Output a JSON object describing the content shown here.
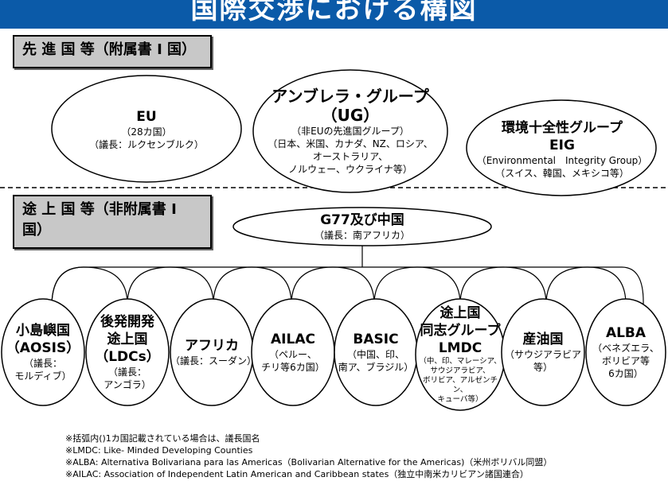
{
  "title": "国際交渉における構図",
  "annex1_label": "先 進 国 等（附属書 I 国）",
  "nonannex_label_line1": "途 上 国 等（非附属書 I",
  "nonannex_label_line2": "国）",
  "eu": {
    "name": "EU",
    "line1": "（28カ国）",
    "line2": "（議長：ルクセンブルク）"
  },
  "ug": {
    "name_line1": "アンブレラ・グループ",
    "name_line2": "（UG）",
    "line1": "（非EUの先進国グループ）",
    "line2": "（日本、米国、カナダ、NZ、ロシア、",
    "line3": "オーストラリア、",
    "line4": "ノルウェー、ウクライナ等）"
  },
  "eig": {
    "name_line1": "環境十全性グループ",
    "name_line2": "EIG",
    "line1": "（Environmental　Integrity Group）",
    "line2": "（スイス、韓国、メキシコ等）"
  },
  "g77": {
    "name": "G77及び中国",
    "line1": "（議長：南アフリカ）"
  },
  "subgroups": {
    "aosis": {
      "l1": "小島嶼国",
      "l2": "（AOSIS）",
      "l3": "（議長：",
      "l4": "モルディブ）"
    },
    "ldcs": {
      "l1": "後発開発",
      "l2": "途上国",
      "l3": "（LDCs）",
      "l4": "（議長：",
      "l5": "アンゴラ）"
    },
    "africa": {
      "l1": "アフリカ",
      "l2": "（議長：スーダン）"
    },
    "ailac": {
      "l1": "AILAC",
      "l2": "（ペルー、",
      "l3": "チリ等6カ国）"
    },
    "basic": {
      "l1": "BASIC",
      "l2": "（中国、印、",
      "l3": "南ア、ブラジル）"
    },
    "lmdc": {
      "l1": "途上国",
      "l2": "同志グループ",
      "l3": "LMDC",
      "l4": "（中、印、マレーシア、",
      "l5": "サウジアラビア、",
      "l6": "ボリビア、アルゼンチン、",
      "l7": "キューバ等）"
    },
    "oil": {
      "l1": "産油国",
      "l2": "（サウジアラビア等）"
    },
    "alba": {
      "l1": "ALBA",
      "l2": "（ベネズエラ、",
      "l3": "ボリビア等",
      "l4": "6カ国）"
    }
  },
  "notes": [
    "※括弧内()1カ国記載されている場合は、議長国名",
    "※LMDC: Like- Minded Developing Counties",
    "※ALBA: Alternativa Bolivariana para las Americas（Bolivarian Alternative for the Americas)（米州ボリバル同盟）",
    "※AILAC: Association of Independent Latin American and Caribbean states（独立中南米カリビアン諸国連合）"
  ],
  "colors": {
    "title_bar": "#0b5aa8",
    "label_box": "#c8c8c8"
  }
}
